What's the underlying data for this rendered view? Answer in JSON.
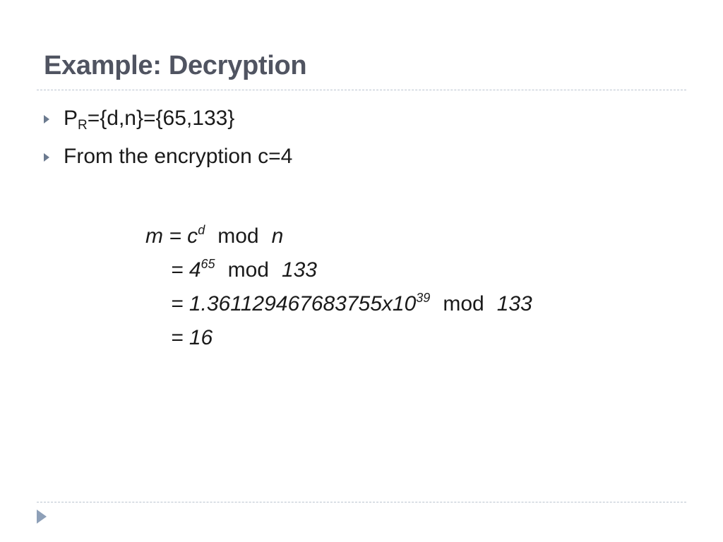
{
  "slide": {
    "title": "Example: Decryption",
    "bullets": [
      {
        "prefix": "P",
        "sub": "R",
        "suffix": "={d,n}={65,133}"
      },
      {
        "text": "From the encryption c=4"
      }
    ],
    "equation": {
      "line1": {
        "lhs": "m = c",
        "exp": "d",
        "op": "mod",
        "rhs": "n"
      },
      "line2": {
        "lhs": "= 4",
        "exp": "65",
        "op": "mod",
        "rhs": "133"
      },
      "line3": {
        "lhs": "= 1.361129467683755x10",
        "exp": "39",
        "op": "mod",
        "rhs": "133"
      },
      "line4": {
        "lhs": "= 16"
      }
    },
    "icons": {
      "bullet": "triangle-right-icon",
      "nav": "triangle-right-icon"
    },
    "colors": {
      "title": "#505461",
      "text": "#1a1a1a",
      "rule": "#b9c3cf",
      "bullet": "#6b7a8f",
      "nav": "#8ea0b8"
    }
  }
}
